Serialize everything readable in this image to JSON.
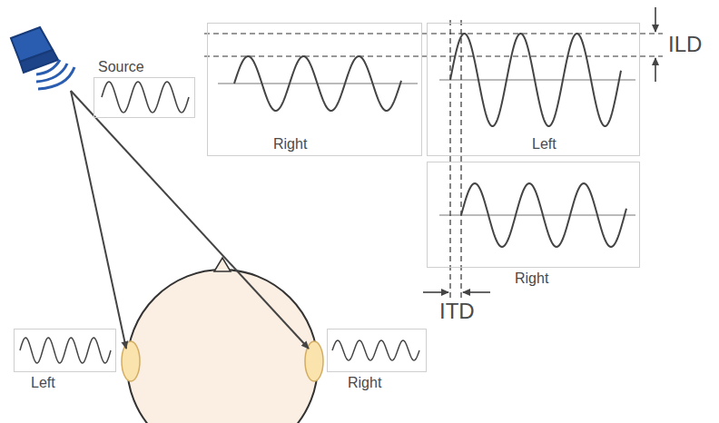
{
  "diagram": {
    "nodes": [
      {
        "text": [
          "Source"
        ]
      },
      {
        "text": [
          "Right"
        ]
      },
      {
        "text": [
          "Left"
        ]
      },
      {
        "text": [
          "Right"
        ]
      },
      {
        "text": [
          "Left"
        ]
      },
      {
        "text": [
          "Right"
        ]
      }
    ],
    "labels": [
      "ILD",
      "ITD"
    ]
  }
}
